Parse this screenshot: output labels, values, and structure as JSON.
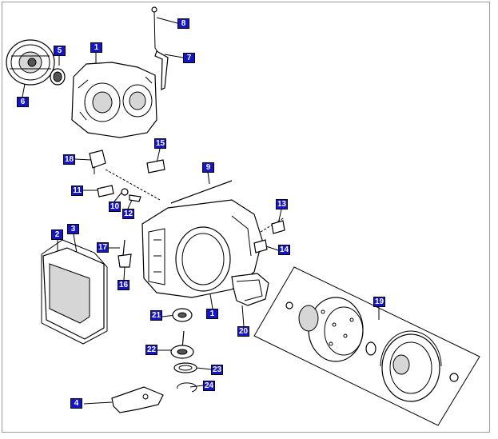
{
  "callouts": [
    {
      "id": "c8",
      "label": "8"
    },
    {
      "id": "c7",
      "label": "7"
    },
    {
      "id": "c5",
      "label": "5"
    },
    {
      "id": "c6",
      "label": "6"
    },
    {
      "id": "c1a",
      "label": "1"
    },
    {
      "id": "c15",
      "label": "15"
    },
    {
      "id": "c18",
      "label": "18"
    },
    {
      "id": "c9",
      "label": "9"
    },
    {
      "id": "c11",
      "label": "11"
    },
    {
      "id": "c10",
      "label": "10"
    },
    {
      "id": "c12",
      "label": "12"
    },
    {
      "id": "c13",
      "label": "13"
    },
    {
      "id": "c2",
      "label": "2"
    },
    {
      "id": "c3",
      "label": "3"
    },
    {
      "id": "c17",
      "label": "17"
    },
    {
      "id": "c14",
      "label": "14"
    },
    {
      "id": "c16",
      "label": "16"
    },
    {
      "id": "c19",
      "label": "19"
    },
    {
      "id": "c21",
      "label": "21"
    },
    {
      "id": "c1b",
      "label": "1"
    },
    {
      "id": "c20",
      "label": "20"
    },
    {
      "id": "c22",
      "label": "22"
    },
    {
      "id": "c23",
      "label": "23"
    },
    {
      "id": "c24",
      "label": "24"
    },
    {
      "id": "c4",
      "label": "4"
    }
  ],
  "colors": {
    "callout_fill": "#1515c8",
    "callout_text": "#ffffff",
    "line": "#000000",
    "frame": "#9a9a9a"
  }
}
